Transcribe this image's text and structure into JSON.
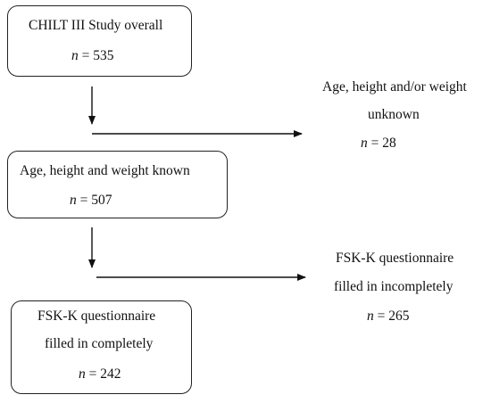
{
  "nodes": {
    "overall": {
      "title": "CHILT III Study overall",
      "n_label": "n",
      "n_value": " = 535"
    },
    "unknown": {
      "line1": "Age, height and/or weight",
      "line2": "unknown",
      "n_label": "n",
      "n_value": " = 28"
    },
    "known": {
      "title": "Age, height and weight known",
      "n_label": "n",
      "n_value": " = 507"
    },
    "incomplete": {
      "line1": "FSK-K questionnaire",
      "line2": "filled in incompletely",
      "n_label": "n",
      "n_value": " = 265"
    },
    "complete": {
      "line1": "FSK-K questionnaire",
      "line2": "filled in completely",
      "n_label": "n",
      "n_value": " = 242"
    }
  }
}
